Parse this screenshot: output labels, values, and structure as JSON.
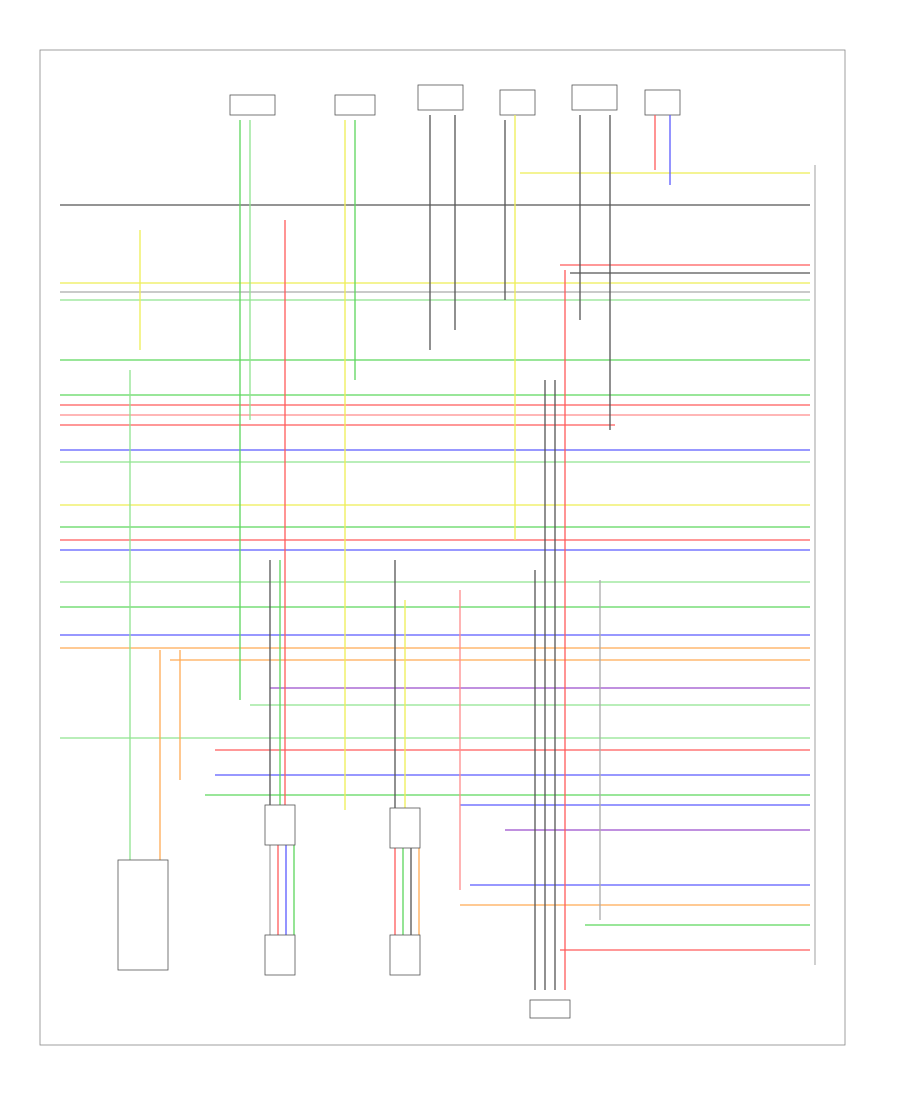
{
  "diagram": {
    "page_label": "",
    "wire_colors": {
      "red": "#ff5a5a",
      "pink": "#ff8c8c",
      "green": "#5cd65c",
      "lightgreen": "#8fe38f",
      "yellow": "#eeee55",
      "blue": "#5a5aff",
      "orange": "#ffaa55",
      "purple": "#9b4dcc",
      "black": "#555555",
      "gray": "#aaaaaa",
      "brown": "#a0784a"
    },
    "top_components": [
      {
        "id": "c1",
        "label": ""
      },
      {
        "id": "c2",
        "label": ""
      },
      {
        "id": "c3",
        "label": ""
      },
      {
        "id": "c4",
        "label": ""
      },
      {
        "id": "c5",
        "label": ""
      },
      {
        "id": "c6",
        "label": ""
      }
    ],
    "bottom_components": [
      {
        "id": "b1",
        "label": ""
      },
      {
        "id": "b2",
        "label": ""
      },
      {
        "id": "b3",
        "label": ""
      },
      {
        "id": "b4",
        "label": ""
      },
      {
        "id": "b5",
        "label": ""
      }
    ],
    "right_module": {
      "label": ""
    }
  }
}
